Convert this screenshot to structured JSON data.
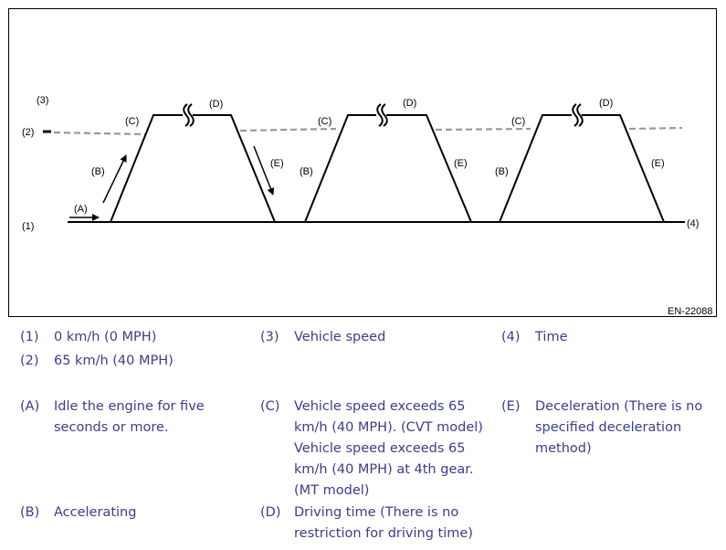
{
  "figure": {
    "code": "EN-22088",
    "labels": {
      "y3": "(3)",
      "y2": "(2)",
      "y1": "(1)",
      "x4": "(4)",
      "a": "(A)",
      "b": "(B)",
      "c": "(C)",
      "d": "(D)",
      "e": "(E)"
    }
  },
  "legend": {
    "row1": [
      {
        "key": "(1)",
        "text": "0 km/h (0 MPH)"
      },
      {
        "key": "(3)",
        "text": "Vehicle speed"
      },
      {
        "key": "(4)",
        "text": "Time"
      }
    ],
    "row2": [
      {
        "key": "(2)",
        "text": "65 km/h (40 MPH)"
      }
    ],
    "row3": [
      {
        "key": "(A)",
        "lines": [
          "Idle the engine for five",
          "seconds or more."
        ]
      },
      {
        "key": "(C)",
        "lines": [
          "Vehicle speed exceeds 65",
          "km/h (40 MPH). (CVT model)",
          "Vehicle speed exceeds 65",
          "km/h (40 MPH) at 4th gear.",
          "(MT model)"
        ]
      },
      {
        "key": "(E)",
        "lines": [
          "Deceleration (There is no",
          "specified deceleration",
          "method)"
        ]
      }
    ],
    "row4": [
      {
        "key": "(B)",
        "text": "Accelerating"
      },
      {
        "key": "(D)",
        "lines": [
          "Driving time (There is no",
          "restriction for driving time)"
        ]
      }
    ]
  }
}
